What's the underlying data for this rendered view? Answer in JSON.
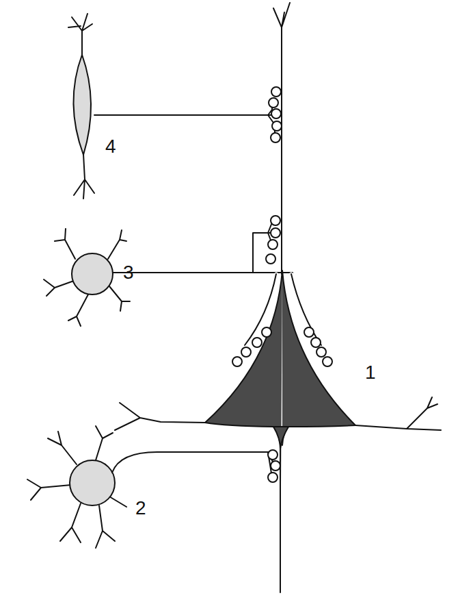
{
  "diagram": {
    "labels": [
      "4",
      "3",
      "1",
      "2"
    ]
  }
}
